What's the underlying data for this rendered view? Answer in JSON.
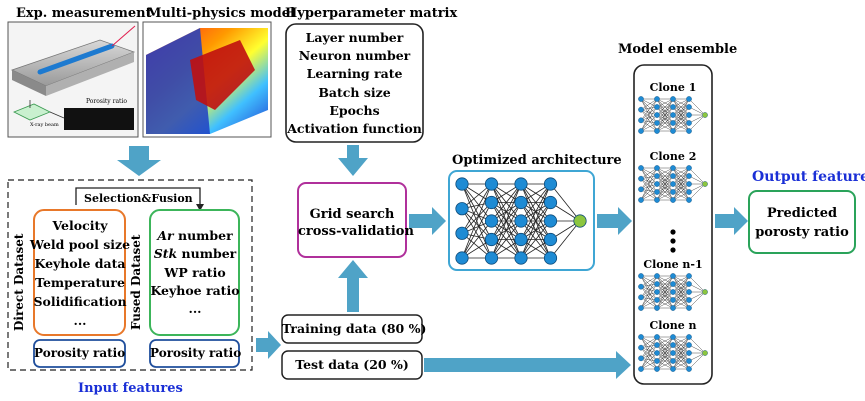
{
  "top_images": {
    "exp_title": "Exp. measurement",
    "multiphysics_title": "Multi-physics model",
    "porosity_ratio_label": "Porosity ratio",
    "xray_label": "X-ray beam"
  },
  "input_panel": {
    "selection_fusion": "Selection&Fusion",
    "direct_dataset": {
      "rotated_label": "Direct Dataset",
      "items": [
        "Velocity",
        "Weld pool size",
        "Keyhole data",
        "Temperature",
        "Solidification",
        "..."
      ],
      "target": "Porosity ratio"
    },
    "fused_dataset": {
      "rotated_label": "Fused Dataset",
      "items": [
        {
          "italic": "Ar",
          "rest": " number"
        },
        {
          "italic": "Stk",
          "rest": " number"
        },
        {
          "italic": "",
          "rest": "WP ratio"
        },
        {
          "italic": "",
          "rest": "Keyhoe ratio"
        },
        {
          "italic": "",
          "rest": "..."
        }
      ],
      "target": "Porosity ratio"
    },
    "caption": "Input features"
  },
  "hyperparameters": {
    "title": "Hyperparameter matrix",
    "items": [
      "Layer number",
      "Neuron number",
      "Learning rate",
      "Batch size",
      "Epochs",
      "Activation function"
    ]
  },
  "grid_search": {
    "line1": "Grid search",
    "line2": "cross-validation"
  },
  "split": {
    "training": "Training data (80 %)",
    "test": "Test data (20 %)"
  },
  "architecture": {
    "title": "Optimized architecture"
  },
  "ensemble": {
    "title": "Model ensemble",
    "clones": [
      "Clone 1",
      "Clone 2",
      "Clone n-1",
      "Clone n"
    ]
  },
  "output": {
    "title": "Output feature",
    "line1": "Predicted",
    "line2": "porosty ratio"
  },
  "colors": {
    "arrow": "#4fa3c7",
    "direct_border": "#e8782a",
    "fused_border": "#3cb55a",
    "target_border": "#1f4e9c",
    "grid_border": "#b0309b",
    "arch_border": "#3fa6d4",
    "output_border": "#2aa35a",
    "caption_blue": "#1a2fd6",
    "node_blue": "#1e8bd4",
    "node_green": "#8cc63f"
  }
}
